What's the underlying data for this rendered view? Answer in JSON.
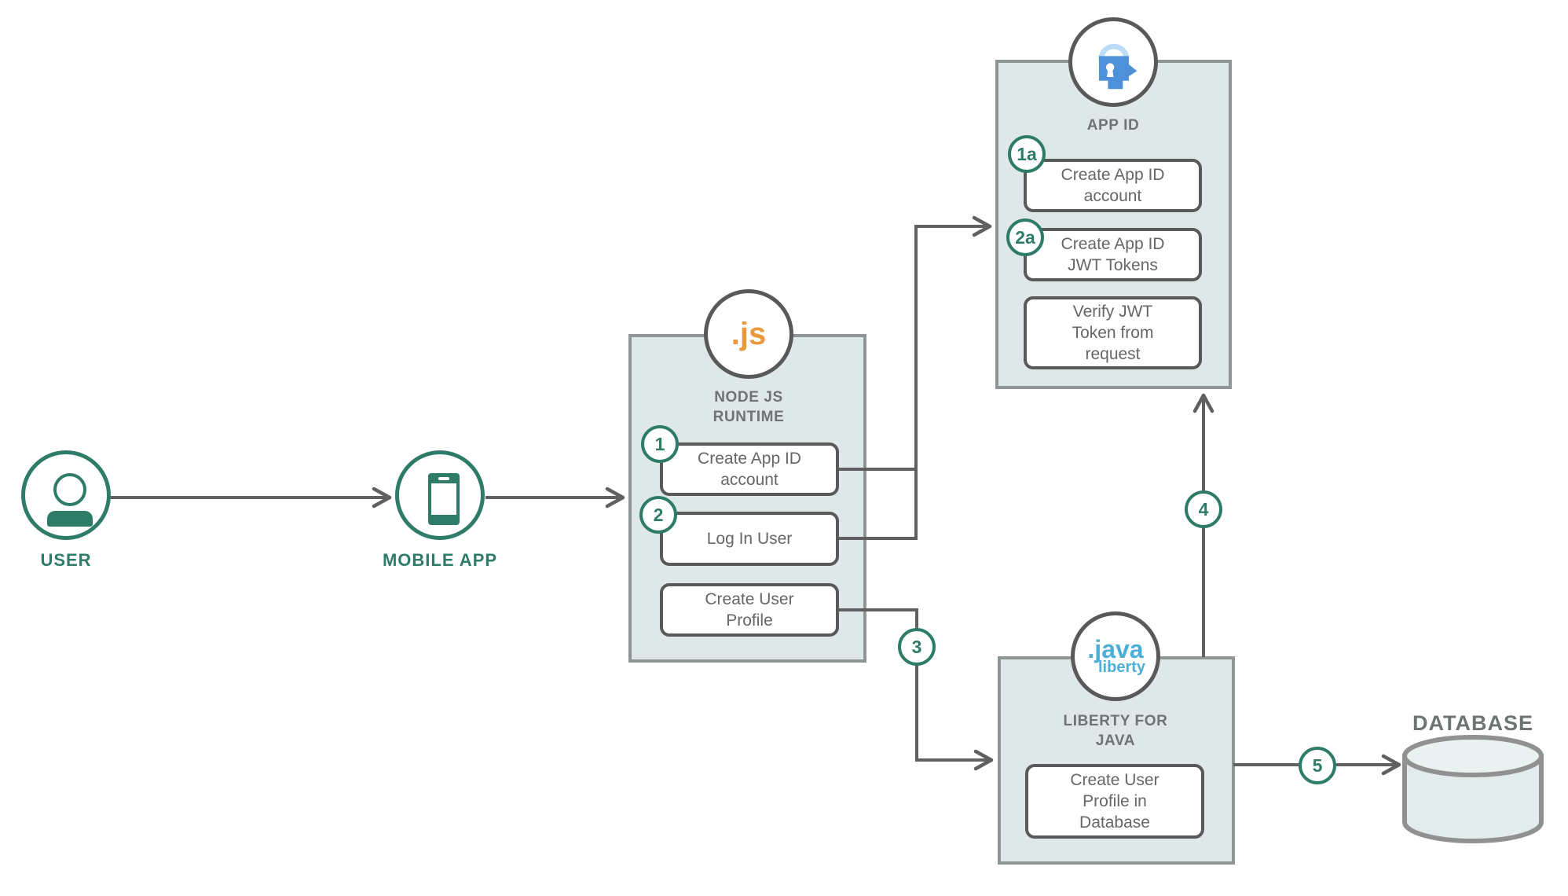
{
  "colors": {
    "green": "#2e7c68",
    "line_gray": "#606060",
    "panel_fill": "#dfe8e8",
    "panel_border": "#8f9494",
    "task_border": "#595959",
    "task_text": "#666666",
    "heading_text": "#6e7373",
    "nodejs_orange": "#e8993c",
    "appid_blue": "#4f90db",
    "appid_blue_light": "#bcdcf7",
    "liberty_blue": "#4ab0d8"
  },
  "nodes": {
    "user": {
      "label": "USER",
      "icon": "person-icon"
    },
    "mobile_app": {
      "label": "MOBILE APP",
      "icon": "phone-icon"
    },
    "node_runtime": {
      "label": "NODE JS RUNTIME",
      "icon": "nodejs-icon",
      "icon_text": ".js",
      "tasks": [
        {
          "badge": "1",
          "label": "Create App ID account"
        },
        {
          "badge": "2",
          "label": "Log In User"
        },
        {
          "badge": "",
          "label": "Create User Profile"
        }
      ]
    },
    "app_id": {
      "label": "APP ID",
      "icon": "lock-head-icon",
      "tasks": [
        {
          "badge": "1a",
          "label": "Create App ID account"
        },
        {
          "badge": "2a",
          "label": "Create App ID JWT Tokens"
        },
        {
          "badge": "",
          "label": "Verify JWT Token from request"
        }
      ]
    },
    "liberty": {
      "label": "LIBERTY FOR JAVA",
      "icon": "java-liberty-icon",
      "icon_text_top": ".java",
      "icon_text_bottom": "liberty",
      "tasks": [
        {
          "badge": "",
          "label": "Create User Profile in Database"
        }
      ]
    },
    "database": {
      "label": "DATABASE",
      "icon": "database-cylinder-icon"
    }
  },
  "arrow_badges": [
    {
      "label": "3"
    },
    {
      "label": "4"
    },
    {
      "label": "5"
    }
  ]
}
